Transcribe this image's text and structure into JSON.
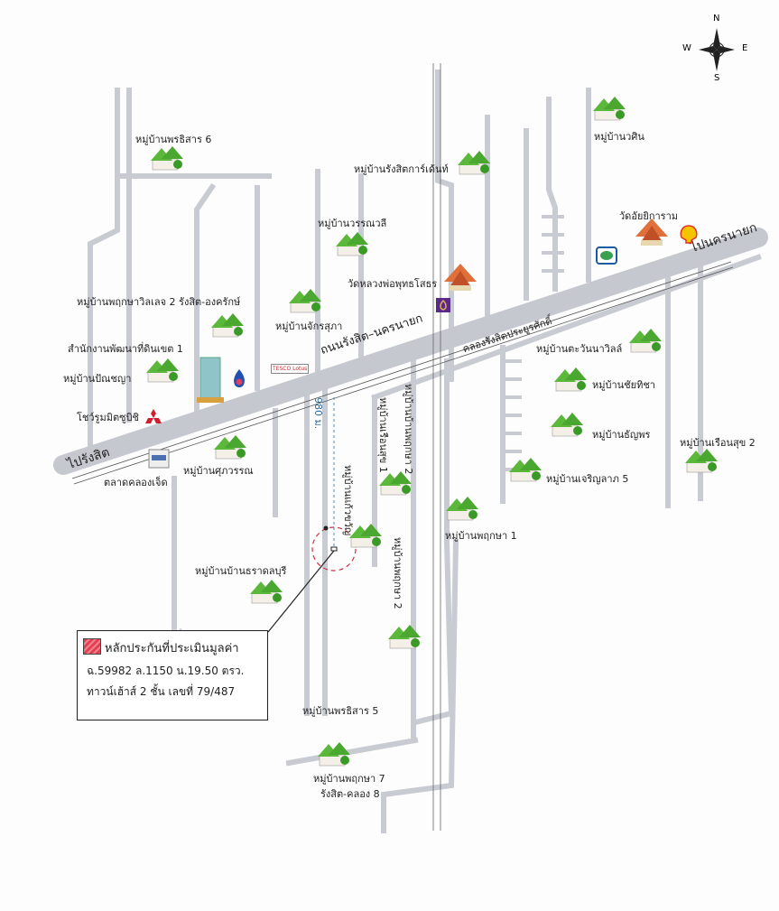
{
  "compass": {
    "n": "N",
    "s": "S",
    "e": "E",
    "w": "W"
  },
  "roads": {
    "main_road": "ถนนรังสิต–นครนายก",
    "canal": "คลองรังสิตประยูรศักดิ์",
    "to_rangsit": "ไปรังสิต",
    "to_nakhon_nayok": "ไปนครนายก",
    "distance": "980 ม."
  },
  "labels": {
    "v_phonthisan6": "หมู่บ้านพรธิสาร 6",
    "v_rangsit_garden": "หมู่บ้านรังสิตการ์เด้นท์",
    "v_wasin": "หมู่บ้านวศิน",
    "v_wannawali": "หมู่บ้านวรรณวลี",
    "wat_luangpho": "วัดหลวงพ่อพุทธโสธร",
    "wat_aiyikaram": "วัดอัยยิการาม",
    "v_phruksa_village2": "หมู่บ้านพฤกษาวิลเลจ 2 รังสิต-องครักษ์",
    "v_jaksupa": "หมู่บ้านจักรสุภา",
    "land_office": "สำนักงานพัฒนาที่ดินเขต 1",
    "v_panya": "หมู่บ้านปัณชญา",
    "mitsubishi": "โชว์รูมมิตซูบิชิ",
    "market": "ตลาดคลองเจ็ด",
    "v_supawan": "หมู่บ้านศุภวรรณ",
    "v_tawanna": "หมู่บ้านตะวันนาวิลล์",
    "v_chaiticha": "หมู่บ้านชัยทิชา",
    "v_thanyaporn": "หมู่บ้านธัญพร",
    "v_ruensuk2": "หมู่บ้านเรือนสุข 2",
    "v_charoenlap5": "หมู่บ้านเจริญลาภ 5",
    "v_phruksa1": "หมู่บ้านพฤกษา 1",
    "v_ruensuk1": "หมู่บ้านเรือนสุข 1",
    "v_phruksa2a": "หมู่บ้านบ้านพฤกษา 2",
    "v_kaewkwan": "หมู่บ้านแก้วขวัญ",
    "v_phruksa2b": "หมู่บ้านพฤกษา 2",
    "v_tharakonburi": "หมู่บ้านบ้านธราดลบุรี",
    "v_phonthisan5": "หมู่บ้านพรธิสาร 5",
    "v_phruksa7": "หมู่บ้านพฤกษา 7",
    "v_phruksa7b": "รังสิต-คลอง 8",
    "tesco": "TESCO Lotus"
  },
  "legend": {
    "title": "หลักประกันที่ประเมินมูลค่า",
    "line1": "ฉ.59982  ล.1150  น.19.50 ตรว.",
    "line2": "ทาวน์เฮ้าส์ 2 ชั้น เลขที่ 79/487"
  },
  "colors": {
    "road": "#c9cbd3",
    "village": "#5cb83a",
    "temple": "#e0703a",
    "marker": "#d03040"
  }
}
